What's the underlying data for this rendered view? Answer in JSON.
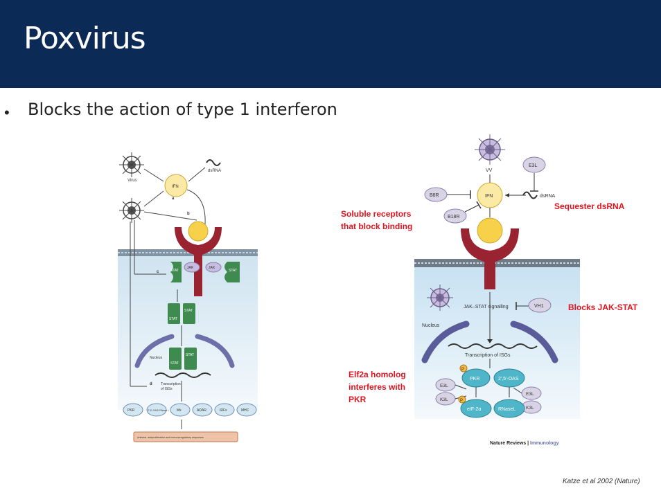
{
  "slide": {
    "title": "Poxvirus",
    "bullet": "Blocks the action of type 1 interferon",
    "citation": "Katze et al 2002 (Nature)"
  },
  "left_figure": {
    "virus_label": "Virus",
    "dsrna_label": "dsRNA",
    "ifn_label": "IFN",
    "label_a": "a",
    "label_b": "b",
    "label_c": "c",
    "label_d": "d",
    "jak_label": "JAK",
    "stat_label": "STAT",
    "nucleus_label": "Nucleus",
    "transcription_line1": "Transcription",
    "transcription_line2": "of ISGs",
    "isgs": [
      "PKR",
      "2',5'-OAS/ RNase L",
      "Mx",
      "ADAR",
      "IRFs",
      "MHC"
    ],
    "response": "Antiviral, antiproliferative and immunoregulatory responses"
  },
  "right_figure": {
    "vv_label": "VV",
    "e3l_label": "E3L",
    "b8r_label": "B8R",
    "ifn_label": "IFN",
    "dsrna_label": "dsRNA",
    "b18r_label": "B18R",
    "jak_stat_label": "JAK–STAT signalling",
    "vh1_label": "VH1",
    "nucleus_label": "Nucleus",
    "transcription_label": "Transcription of ISGs",
    "pkr_label": "PKR",
    "oas_label": "2',5'-OAS",
    "e3l_a": "E3L",
    "k3l_a": "K3L",
    "e3l_b": "E3L",
    "k3l_b": "K3L",
    "eif_label": "eIF-2α",
    "rnasel_label": "RNaseL",
    "p_label": "P",
    "journal": "Nature Reviews",
    "separator": " | ",
    "journal_section": "Immunology"
  },
  "annotations": {
    "soluble_1": "Soluble receptors",
    "soluble_2": "that block binding",
    "sequester": "Sequester dsRNA",
    "jakstat": "Blocks JAK-STAT",
    "elf_1": "Elf2a homolog",
    "elf_2": "interferes with",
    "elf_3": "PKR"
  },
  "colors": {
    "header_bg": "#0b2a55",
    "annotation_red": "#e0141e",
    "receptor_red": "#9a2331",
    "stat_green": "#3f8a4f",
    "ifn_yellow": "#f7d14a",
    "teal": "#4fb6c9",
    "lavender": "#cfc6dd"
  }
}
